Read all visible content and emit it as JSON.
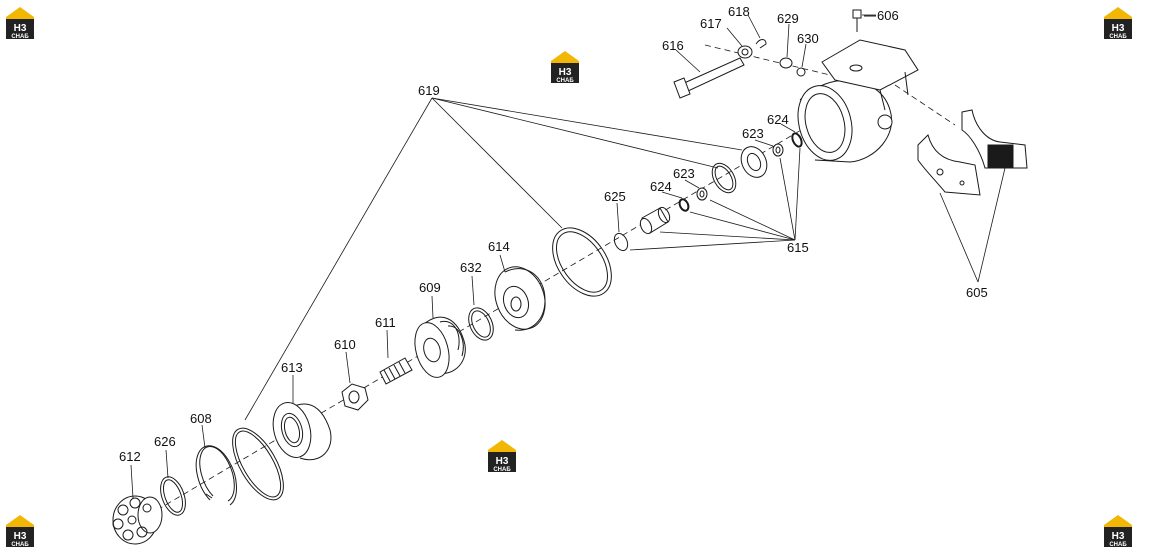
{
  "watermark": {
    "mark": "H3",
    "text": "СНАБ",
    "colors": {
      "roof": "#f2b705",
      "dark": "#222222",
      "white": "#ffffff"
    }
  },
  "part_labels": {
    "605": "605",
    "606": "606",
    "608": "608",
    "609": "609",
    "610": "610",
    "611": "611",
    "612": "612",
    "613": "613",
    "614": "614",
    "615": "615",
    "616": "616",
    "617": "617",
    "618": "618",
    "619": "619",
    "623a": "623",
    "623b": "623",
    "624a": "624",
    "624b": "624",
    "625": "625",
    "626": "626",
    "629": "629",
    "630": "630",
    "632": "632"
  }
}
